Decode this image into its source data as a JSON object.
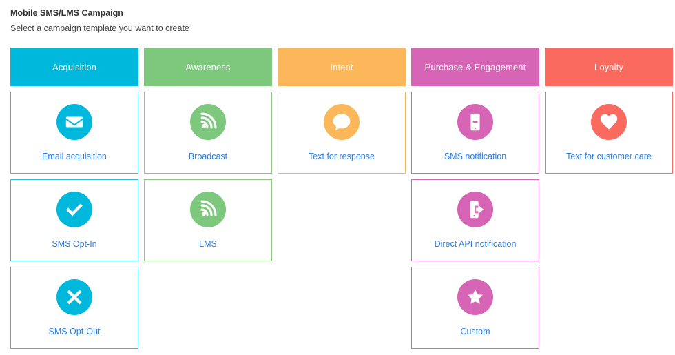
{
  "header": {
    "title": "Mobile SMS/LMS Campaign",
    "subtitle": "Select a campaign template you want to create"
  },
  "colors": {
    "acquisition": "#00b8db",
    "awareness": "#7dc87d",
    "intent": "#fbb officially",
    "intent_bar": "#fbb75a",
    "purchase": "#d765b5",
    "loyalty": "#fb6a5e",
    "label_text": "#2a7fe8",
    "card_border_default": "#cccccc"
  },
  "columns": [
    {
      "id": "acquisition",
      "header": "Acquisition",
      "color": "#00b8db",
      "border": "#35b8dd",
      "cards": [
        {
          "label": "Email acquisition",
          "icon": "envelope-icon"
        },
        {
          "label": "SMS Opt-In",
          "icon": "check-icon"
        },
        {
          "label": "SMS Opt-Out",
          "icon": "close-x-icon"
        }
      ]
    },
    {
      "id": "awareness",
      "header": "Awareness",
      "color": "#7dc87d",
      "border": "#8cc97e",
      "cards": [
        {
          "label": "Broadcast",
          "icon": "rss-broadcast-icon"
        },
        {
          "label": "LMS",
          "icon": "rss-broadcast-icon"
        }
      ]
    },
    {
      "id": "intent",
      "header": "Intent",
      "color": "#fbb75a",
      "border": "#f5b44f",
      "cards": [
        {
          "label": "Text for response",
          "icon": "chat-bubble-icon"
        }
      ]
    },
    {
      "id": "purchase-engagement",
      "header": "Purchase & Engagement",
      "color": "#d765b5",
      "border": "#d765b5",
      "cards": [
        {
          "label": "SMS notification",
          "icon": "mobile-minus-icon"
        },
        {
          "label": "Direct API notification",
          "icon": "mobile-arrow-icon"
        },
        {
          "label": "Custom",
          "icon": "star-icon"
        }
      ]
    },
    {
      "id": "loyalty",
      "header": "Loyalty",
      "color": "#fb6a5e",
      "border": "#fb6a5e",
      "cards": [
        {
          "label": "Text for customer care",
          "icon": "heart-icon"
        }
      ]
    }
  ]
}
